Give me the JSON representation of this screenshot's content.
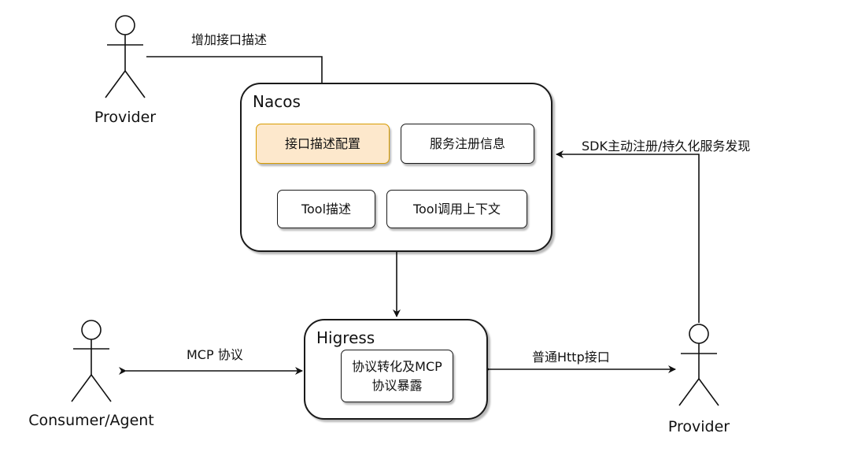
{
  "nacos": {
    "title": "Nacos",
    "boxes": {
      "interface_config": "接口描述配置",
      "service_registry": "服务注册信息",
      "tool_desc": "Tool描述",
      "tool_context": "Tool调用上下文"
    }
  },
  "higress": {
    "title": "Higress",
    "box": "协议转化及MCP\n协议暴露"
  },
  "actors": {
    "provider_top": "Provider",
    "consumer": "Consumer/Agent",
    "provider_right": "Provider"
  },
  "edges": {
    "add_interface": "增加接口描述",
    "sdk_register": "SDK主动注册/持久化服务发现",
    "mcp_protocol": "MCP 协议",
    "http_interface": "普通Http接口"
  },
  "colors": {
    "highlight_fill": "#fde8cc",
    "highlight_stroke": "#d79b00"
  }
}
